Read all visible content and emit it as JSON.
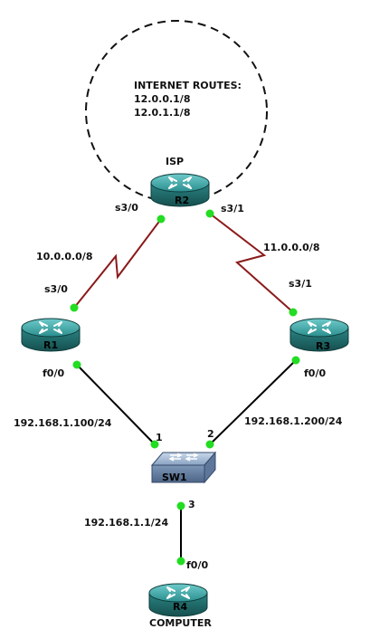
{
  "internet_cloud": {
    "title": "INTERNET ROUTES:",
    "routes": [
      "12.0.0.1/8",
      "12.0.1.1/8"
    ]
  },
  "routers": {
    "isp": {
      "caption": "ISP",
      "name": "R2"
    },
    "r1": {
      "name": "R1"
    },
    "r3": {
      "name": "R3"
    },
    "r4": {
      "name": "R4",
      "caption": "COMPUTER"
    }
  },
  "switch": {
    "name": "SW1",
    "ports": [
      "1",
      "2",
      "3"
    ]
  },
  "interfaces": {
    "r2_left": "s3/0",
    "r2_right": "s3/1",
    "r1_serial": "s3/0",
    "r3_serial": "s3/1",
    "r1_fast": "f0/0",
    "r3_fast": "f0/0",
    "r4_fast": "f0/0"
  },
  "networks": {
    "left_serial": "10.0.0.0/8",
    "right_serial": "11.0.0.0/8",
    "r1_lan": "192.168.1.100/24",
    "r3_lan": "192.168.1.200/24",
    "r4_lan": "192.168.1.1/24"
  },
  "colors": {
    "serial_link": "#8b1a1a",
    "ethernet_link": "#000000",
    "port_dot": "#22dd22",
    "router_body": "#2a8f8f",
    "switch_body": "#7f9bbd"
  }
}
